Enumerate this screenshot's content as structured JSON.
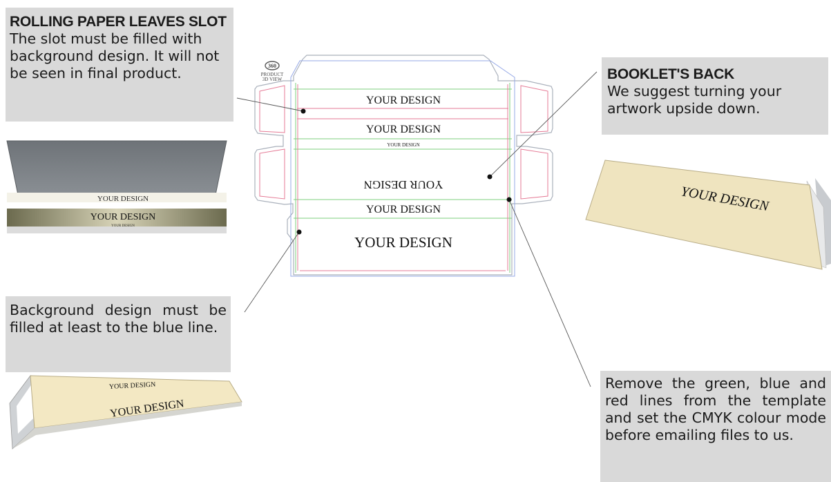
{
  "callouts": {
    "slot_title": "ROLLING PAPER LEAVES SLOT",
    "slot_text": "The slot must be filled with background design. It will not be seen in final product.",
    "back_title": "BOOKLET'S BACK",
    "back_text": "We suggest turning your artwork upside down.",
    "bg_text": "Background design must be filled at least to the blue line.",
    "remove_text": "Remove the green, blue and red lines from the template and set the CMYK colour mode before emailing files to us."
  },
  "template": {
    "badge_top": "360",
    "badge_line1": "PRODUCT",
    "badge_line2": "3D VIEW",
    "labels": {
      "design_1": "YOUR DESIGN",
      "design_2": "YOUR DESIGN",
      "design_small": "YOUR DESIGN",
      "design_upside": "YOUR DESIGN",
      "design_3": "YOUR DESIGN",
      "design_4": "YOUR DESIGN"
    }
  },
  "mockups": {
    "open_booklet_1": "YOUR DESIGN",
    "open_booklet_2": "YOUR DESIGN",
    "open_booklet_small": "YOUR DESIGN",
    "back_view": "YOUR DESIGN",
    "front_small": "YOUR DESIGN",
    "front_large": "YOUR DESIGN"
  },
  "colors": {
    "callout_bg": "#d9d9d9",
    "cut_line": "#9aa3b0",
    "green_line": "#6fcf6f",
    "red_line": "#e0708a",
    "blue_line": "#8aa0e0",
    "paper": "#f1e7c4"
  }
}
